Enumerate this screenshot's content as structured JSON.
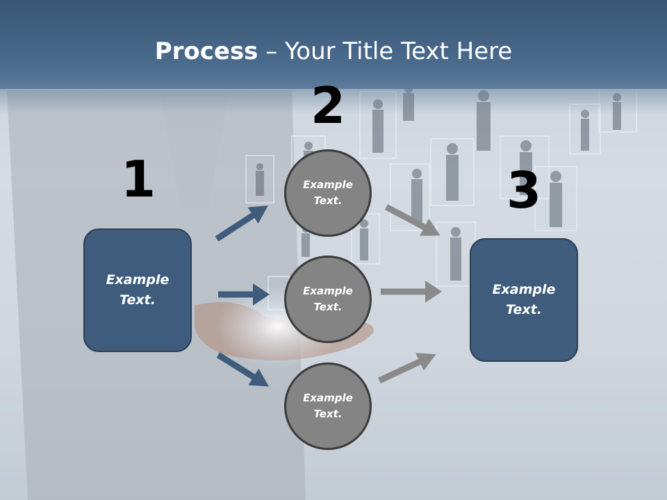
{
  "slide": {
    "title_bold": "Process",
    "title_rest": " – Your Title Text Here"
  },
  "steps": {
    "step1": {
      "number": "1",
      "box_text": [
        "Example",
        "Text."
      ]
    },
    "step2": {
      "number": "2",
      "circles": [
        [
          "Example",
          "Text."
        ],
        [
          "Example",
          "Text."
        ],
        [
          "Example",
          "Text."
        ]
      ]
    },
    "step3": {
      "number": "3",
      "box_text": [
        "Example",
        "Text."
      ]
    }
  },
  "colors": {
    "title_band": "#3f5d7d",
    "box_fill": "#3f5c7c",
    "circle_fill": "#848484",
    "arrow_blue": "#3f5c7c",
    "arrow_gray": "#8a8a8a"
  }
}
